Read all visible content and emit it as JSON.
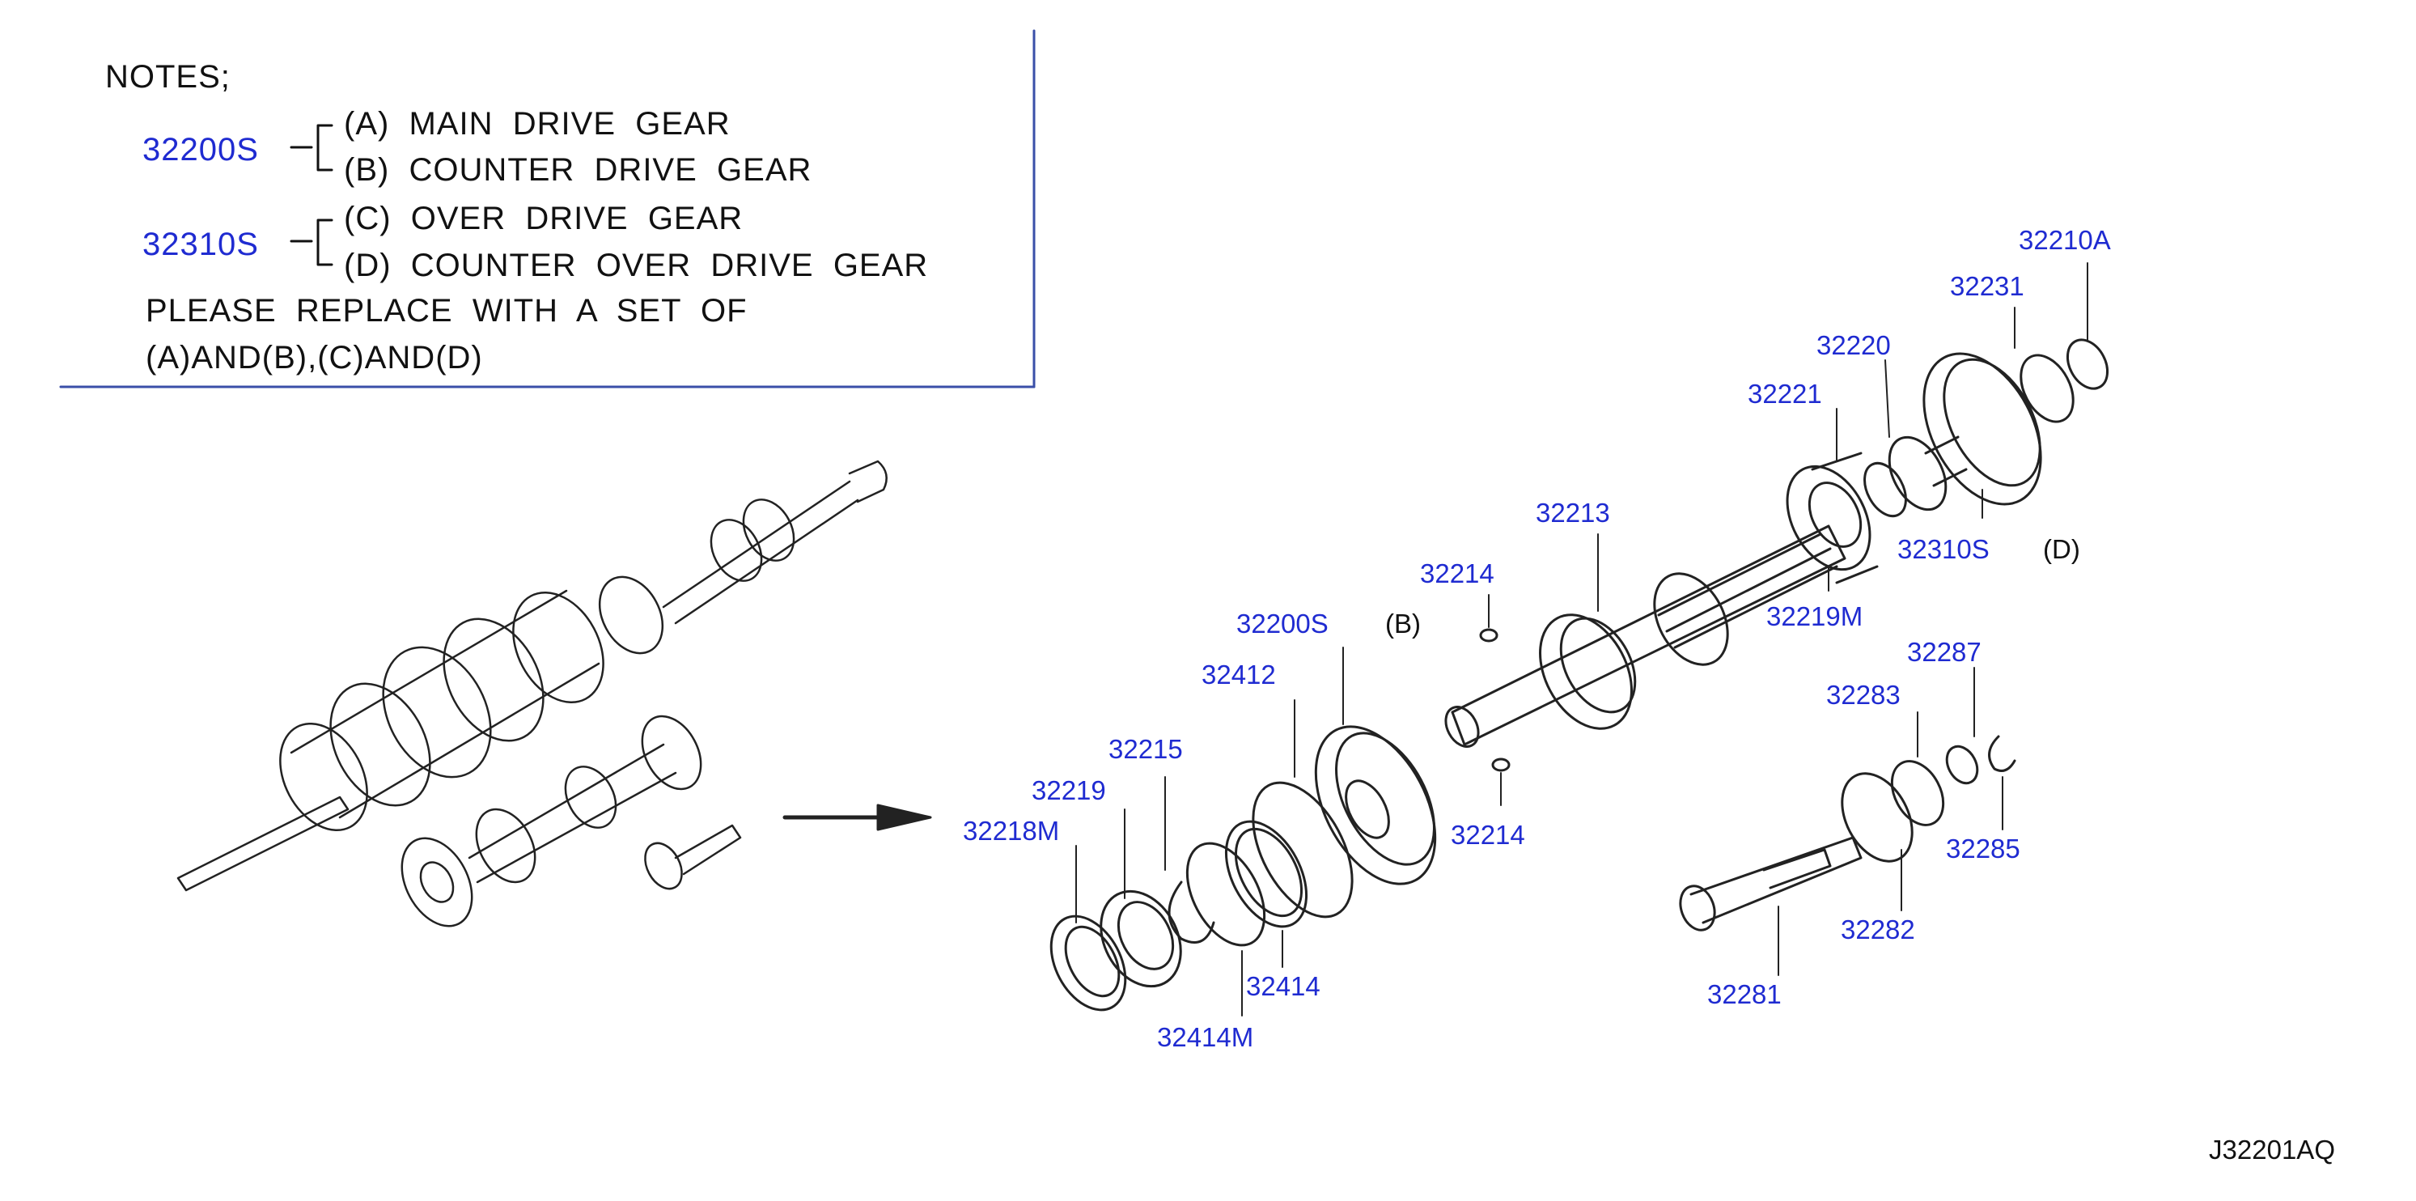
{
  "notes": {
    "title": "NOTES;",
    "group1_ref": "32200S",
    "group1_a": "(A)  MAIN  DRIVE  GEAR",
    "group1_b": "(B)  COUNTER  DRIVE  GEAR",
    "group2_ref": "32310S",
    "group2_c": "(C)  OVER  DRIVE  GEAR",
    "group2_d": "(D)  COUNTER  OVER  DRIVE  GEAR",
    "line1": "PLEASE  REPLACE  WITH  A  SET  OF",
    "line2": "(A)AND(B),(C)AND(D)"
  },
  "part_numbers": {
    "p32210A": "32210A",
    "p32231": "32231",
    "p32220": "32220",
    "p32221": "32221",
    "p32213": "32213",
    "p32310S": "32310S",
    "p32214_top": "32214",
    "p32219M": "32219M",
    "p32200S": "32200S",
    "p32412": "32412",
    "p32287": "32287",
    "p32283": "32283",
    "p32215": "32215",
    "p32219": "32219",
    "p32218M": "32218M",
    "p32214_bottom": "32214",
    "p32285": "32285",
    "p32282": "32282",
    "p32414": "32414",
    "p32281": "32281",
    "p32414M": "32414M"
  },
  "callouts": {
    "b": "(B)",
    "d": "(D)"
  },
  "diagram_code": "J32201AQ",
  "colors": {
    "part_number": "#1f2bd1",
    "text": "#111111",
    "line": "#222222",
    "box": "#3a4fa8"
  }
}
